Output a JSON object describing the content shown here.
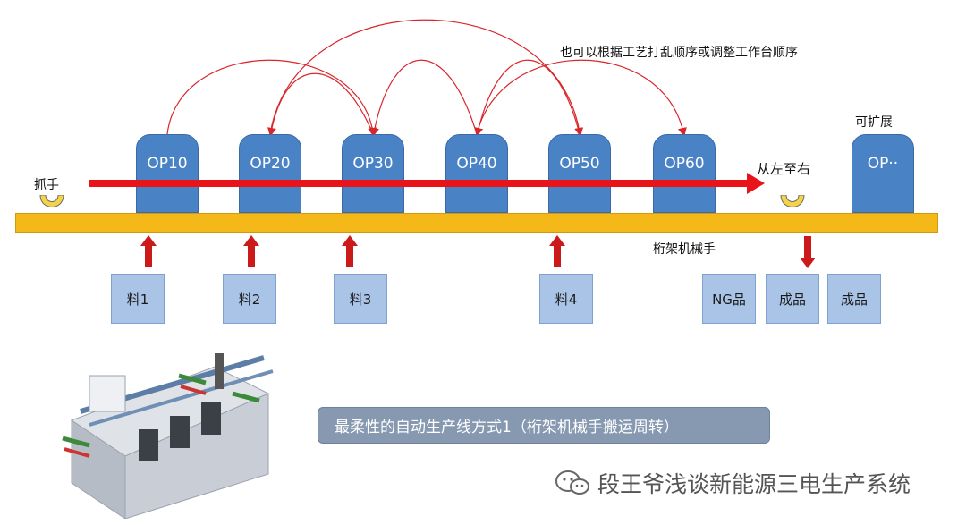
{
  "stations": [
    {
      "label": "OP10"
    },
    {
      "label": "OP20"
    },
    {
      "label": "OP30"
    },
    {
      "label": "OP40"
    },
    {
      "label": "OP50"
    },
    {
      "label": "OP60"
    },
    {
      "label": "OP··"
    }
  ],
  "annotations": {
    "reorder_note": "也可以根据工艺打乱顺序或调整工作台顺序",
    "expandable": "可扩展",
    "direction": "从左至右",
    "gripper": "抓手",
    "gantry": "桁架机械手"
  },
  "materials": [
    {
      "label": "料1"
    },
    {
      "label": "料2"
    },
    {
      "label": "料3"
    },
    {
      "label": "料4"
    }
  ],
  "outputs": [
    {
      "label": "NG品"
    },
    {
      "label": "成品"
    },
    {
      "label": "成品"
    }
  ],
  "caption": "最柔性的自动生产线方式1（桁架机械手搬运周转）",
  "watermark": "段王爷浅谈新能源三电生产系统",
  "colors": {
    "station": "#4a82c6",
    "rail": "#f4b918",
    "flow_arrow": "#e8141a",
    "material_box": "#a9c4e6",
    "caption_bg": "#8699b1"
  }
}
